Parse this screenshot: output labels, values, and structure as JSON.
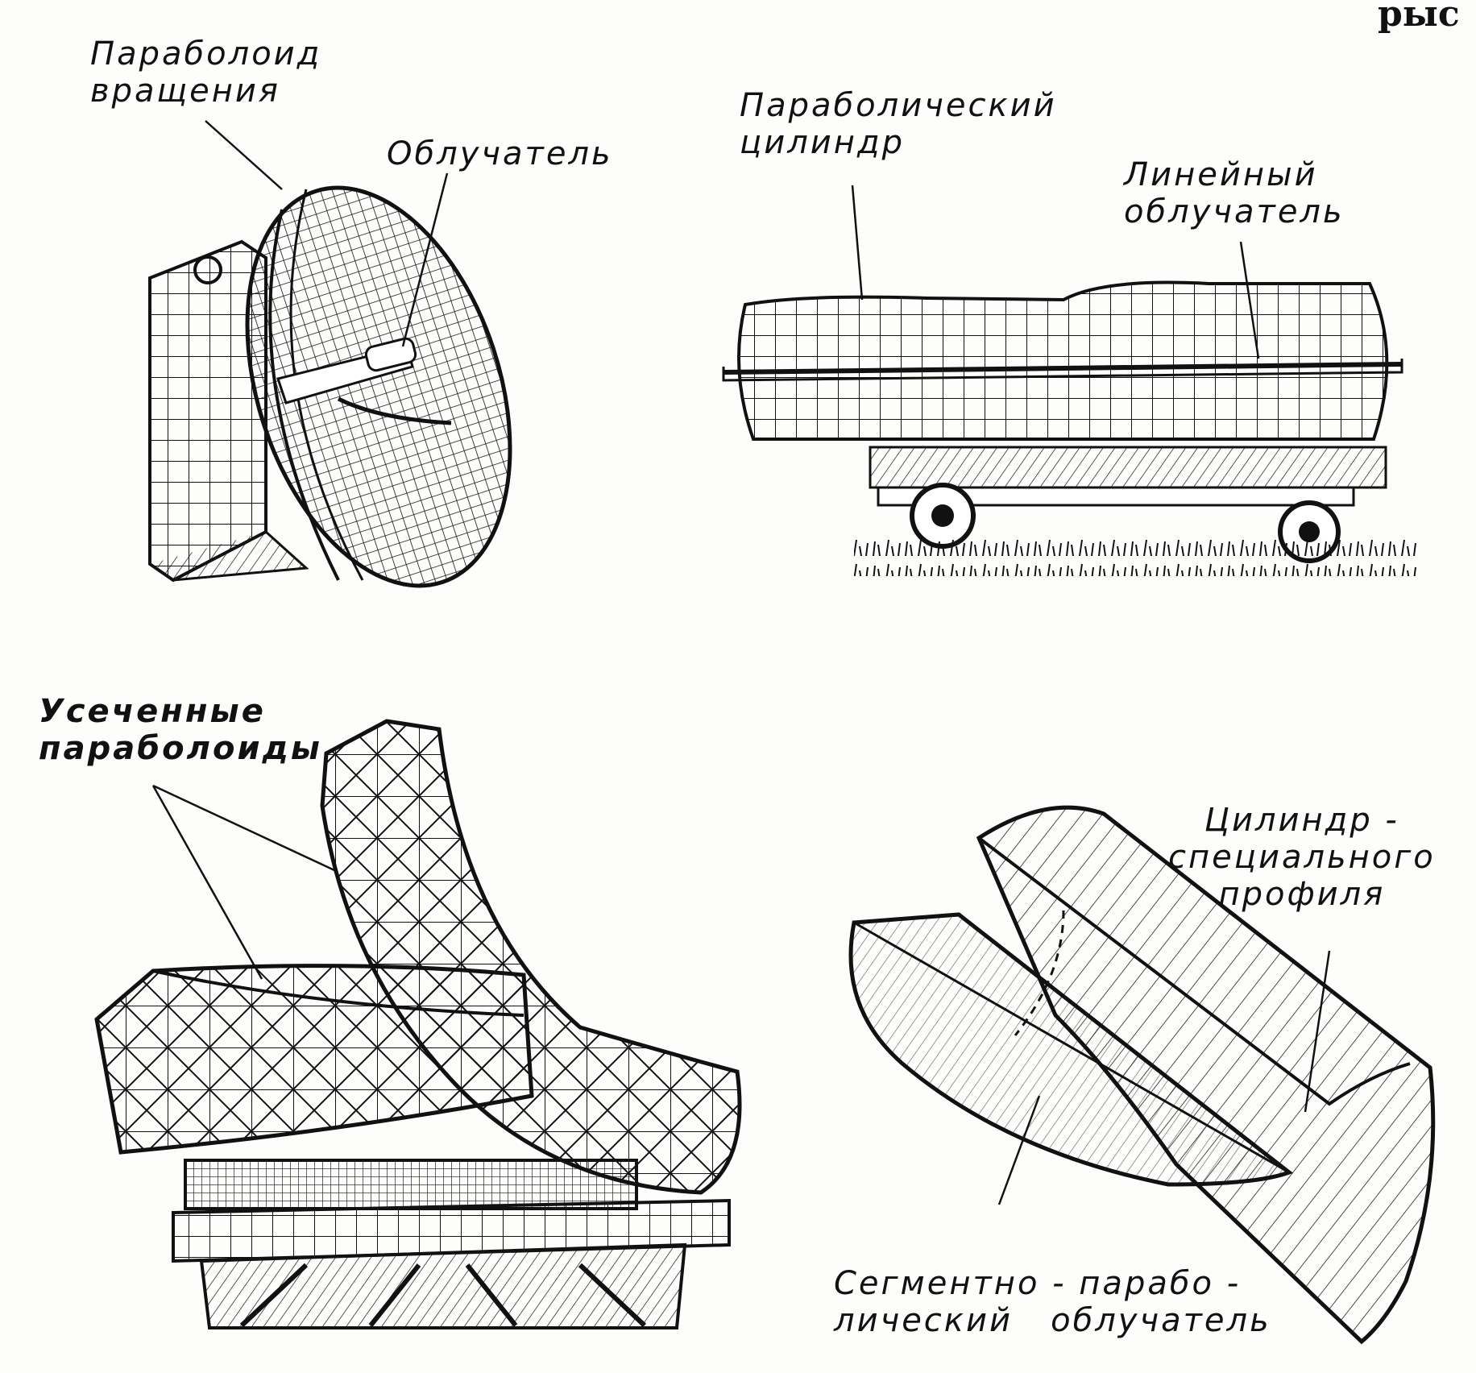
{
  "corner_text": "рыс",
  "labels": {
    "paraboloid_line1": "Параболоид",
    "paraboloid_line2": "вращения",
    "feed": "Облучатель",
    "parabolic_cyl_line1": "Параболический",
    "parabolic_cyl_line2": "цилиндр",
    "linear_feed_line1": "Линейный",
    "linear_feed_line2": "облучатель",
    "truncated_line1": "Усеченные",
    "truncated_line2": "параболоиды",
    "special_cyl_line1": "Цилиндр -",
    "special_cyl_line2": "специального",
    "special_cyl_line3": "профиля",
    "segment_feed_line1": "Сегментно - парабо -",
    "segment_feed_line2": "лический   облучатель"
  },
  "colors": {
    "ink": "#111111",
    "paper": "#fdfdfc"
  }
}
